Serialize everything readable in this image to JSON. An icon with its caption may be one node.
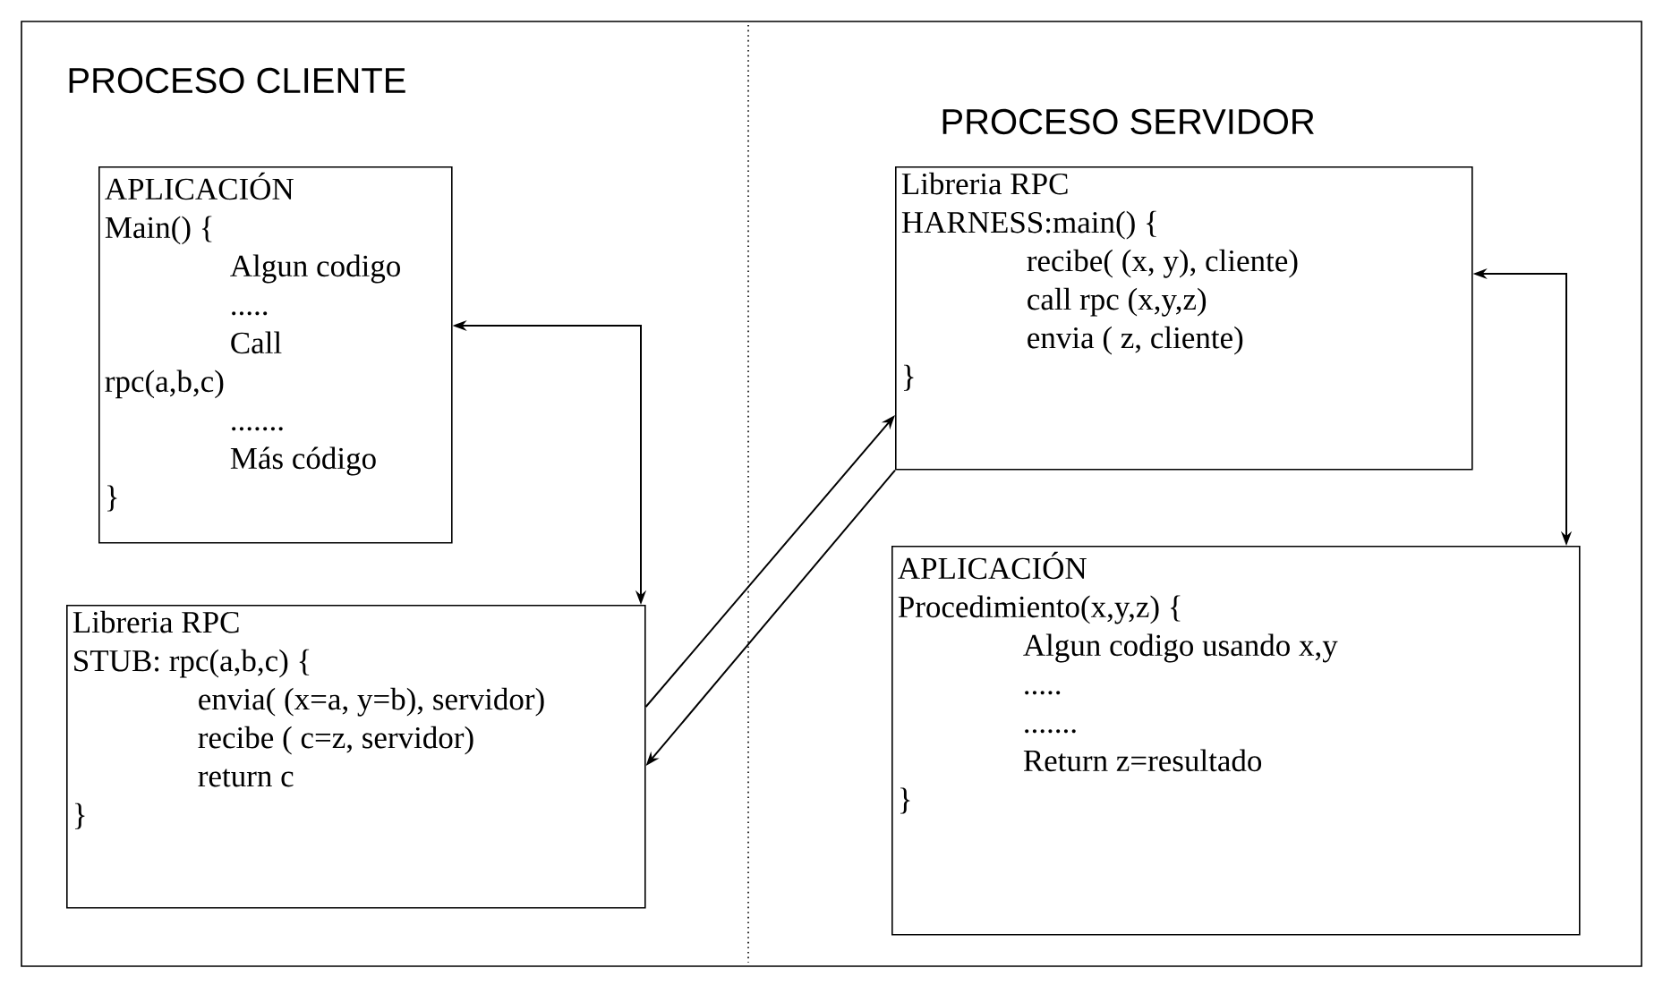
{
  "diagram": {
    "nodes": [
      {
        "text": [
          "APLICACIÓN",
          "Main() {",
          "Algun codigo",
          ".....",
          "Call rpc(a,b,c)",
          ".......",
          "Más código",
          "}"
        ]
      },
      {
        "text": [
          "Libreria RPC",
          "STUB: rpc(a,b,c) {",
          "envia( (x=a, y=b), servidor)",
          "recibe ( c=z, servidor)",
          "return c",
          "}"
        ]
      },
      {
        "text": [
          "Libreria RPC",
          "HARNESS:main() {",
          "recibe( (x, y), cliente)",
          "call rpc (x,y,z)",
          "envia ( z, cliente)",
          "}"
        ]
      },
      {
        "text": [
          "APLICACIÓN",
          "Procedimiento(x,y,z) {",
          "Algun codigo usando x,y",
          ".....",
          ".......",
          "Return z=resultado",
          "}"
        ]
      }
    ],
    "edges": [
      {
        "from": 0,
        "to": 1,
        "arrow": "both"
      },
      {
        "from": 1,
        "to": 2,
        "arrow": "to"
      },
      {
        "from": 2,
        "to": 1,
        "arrow": "to"
      },
      {
        "from": 2,
        "to": 3,
        "arrow": "both"
      }
    ],
    "labels": [
      "PROCESO CLIENTE",
      "PROCESO SERVIDOR"
    ]
  }
}
